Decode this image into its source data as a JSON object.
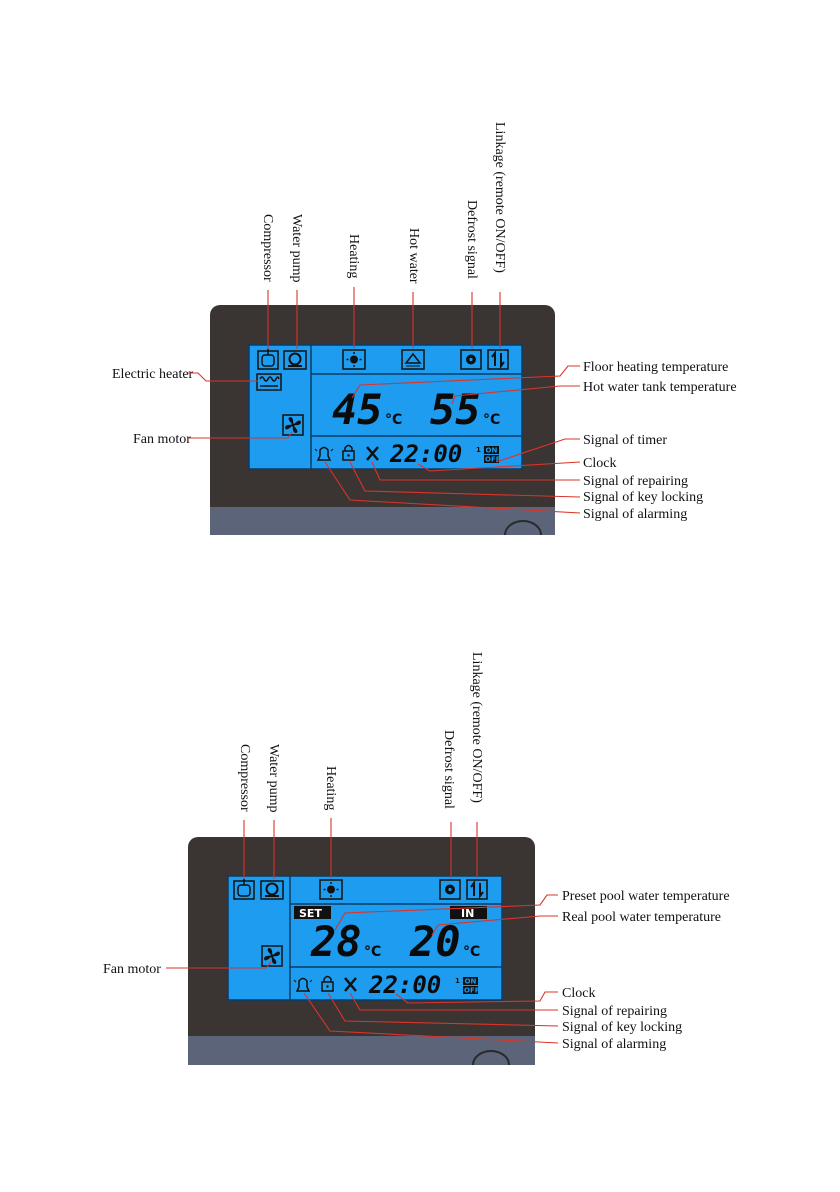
{
  "panel1": {
    "top_labels": {
      "compressor": "Compressor",
      "water_pump": "Water pump",
      "heating": "Heating",
      "hot_water": "Hot water",
      "defrost": "Defrost signal",
      "linkage": "Linkage (remote ON/OFF)"
    },
    "left_labels": {
      "electric_heater": "Electric heater",
      "fan_motor": "Fan motor"
    },
    "right_labels": {
      "floor_temp": "Floor heating temperature",
      "tank_temp": "Hot water tank temperature",
      "timer": "Signal of timer",
      "clock": "Clock",
      "repairing": "Signal of repairing",
      "key_locking": "Signal of key locking",
      "alarming": "Signal of alarming"
    },
    "display": {
      "temp1": "45",
      "temp2": "55",
      "unit": "°C",
      "clock": "22:00",
      "timer_num": "1 2",
      "timer_on": "ON",
      "timer_off": "OFF"
    }
  },
  "panel2": {
    "top_labels": {
      "compressor": "Compressor",
      "water_pump": "Water pump",
      "heating": "Heating",
      "defrost": "Defrost signal",
      "linkage": "Linkage (remote ON/OFF)"
    },
    "left_labels": {
      "fan_motor": "Fan motor"
    },
    "right_labels": {
      "preset_temp": "Preset pool water temperature",
      "real_temp": "Real pool water temperature",
      "clock": "Clock",
      "repairing": "Signal of repairing",
      "key_locking": "Signal of key locking",
      "alarming": "Signal of alarming"
    },
    "display": {
      "set_badge": "SET",
      "in_badge": "IN",
      "temp1": "28",
      "temp2": "20",
      "unit": "°C",
      "clock": "22:00",
      "timer_num": "1 2",
      "timer_on": "ON",
      "timer_off": "OFF"
    }
  },
  "colors": {
    "lcd": "#1e9cf0",
    "bezel": "#3a3433",
    "strip": "#5b6478",
    "leader": "#d9342b"
  },
  "icons": [
    "compressor-icon",
    "water-pump-icon",
    "heating-icon",
    "hot-water-icon",
    "defrost-icon",
    "linkage-icon",
    "electric-heater-icon",
    "fan-icon",
    "alarm-icon",
    "lock-icon",
    "repair-icon"
  ]
}
